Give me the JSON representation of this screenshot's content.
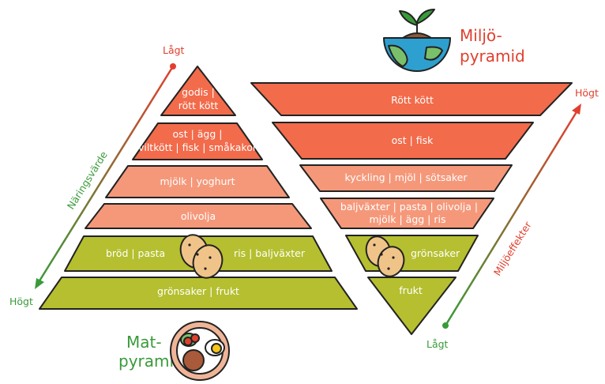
{
  "food_pyramid": {
    "title_line1": "Mat-",
    "title_line2": "pyramid",
    "axis_label": "Näringsvärde",
    "axis_top": "Lågt",
    "axis_bottom": "Högt",
    "levels": [
      {
        "line1": "godis |",
        "line2": "rött kött",
        "color": "#f26b4b"
      },
      {
        "line1": "ost | ägg |",
        "line2": "viltkött | fisk | småkakor",
        "color": "#f26b4b"
      },
      {
        "line1": "mjölk | yoghurt",
        "color": "#f5987a"
      },
      {
        "line1": "olivolja",
        "color": "#f5987a"
      },
      {
        "left": "bröd | pasta",
        "right": "ris | baljväxter",
        "color": "#b5bf30"
      },
      {
        "line1": "grönsaker | frukt",
        "color": "#b5bf30"
      }
    ]
  },
  "environment_pyramid": {
    "title_line1": "Miljö-",
    "title_line2": "pyramid",
    "axis_label": "Miljöeffekter",
    "axis_top": "Högt",
    "axis_bottom": "Lågt",
    "levels": [
      {
        "line1": "Rött kött",
        "color": "#f26b4b"
      },
      {
        "line1": "ost | fisk",
        "color": "#f26b4b"
      },
      {
        "line1": "kyckling | mjöl | sötsaker",
        "color": "#f5987a"
      },
      {
        "line1": "baljväxter | pasta | olivolja |",
        "line2": "mjölk | ägg | ris",
        "color": "#f5987a"
      },
      {
        "line1": "grönsaker",
        "color": "#b5bf30"
      },
      {
        "line1": "frukt",
        "color": "#b5bf30"
      }
    ]
  }
}
